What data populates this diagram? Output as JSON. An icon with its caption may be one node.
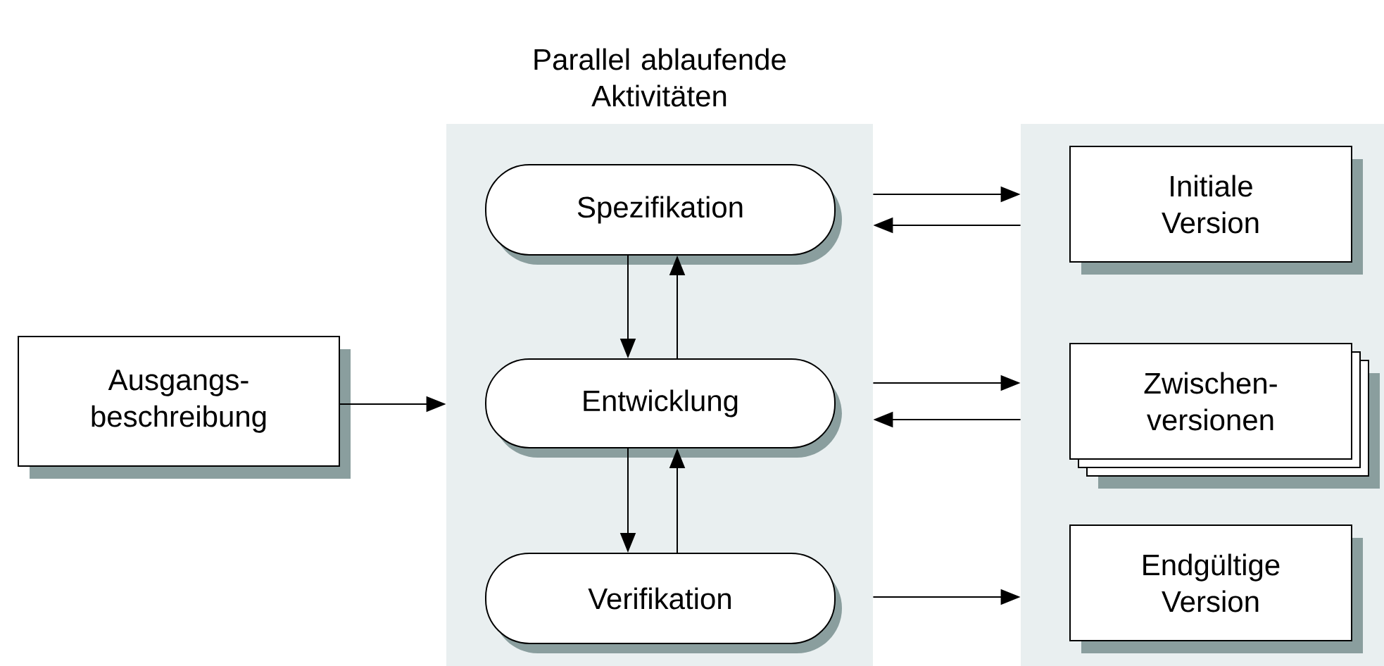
{
  "diagram": {
    "nodes": [
      {
        "text": [
          "Parallel ablaufende Aktivitäten"
        ]
      },
      {
        "text": [
          "Spezifikation"
        ],
        "in": 0
      },
      {
        "text": [
          "Entwicklung"
        ],
        "in": 0
      },
      {
        "text": [
          "Verifikation"
        ],
        "in": 0
      },
      {
        "text": [],
        "shape": "box"
      },
      {
        "text": [
          "Initiale Version"
        ],
        "in": 4
      },
      {
        "text": [
          "Zwischen- versionen"
        ],
        "in": 4
      },
      {
        "text": [
          "Endgültige Version"
        ],
        "in": 4
      },
      {
        "text": [
          "Ausgangs- beschreibung"
        ]
      }
    ],
    "edges": [
      {
        "from": 8,
        "to": 0,
        "arrow": "to"
      },
      {
        "from": 1,
        "to": 2,
        "arrow": "to"
      },
      {
        "from": 2,
        "to": 1,
        "arrow": "to"
      },
      {
        "from": 2,
        "to": 3,
        "arrow": "to"
      },
      {
        "from": 3,
        "to": 2,
        "arrow": "to"
      },
      {
        "from": 0,
        "to": 4,
        "arrow": "to"
      },
      {
        "from": 4,
        "to": 0,
        "arrow": "to"
      },
      {
        "from": 0,
        "to": 4,
        "arrow": "to"
      },
      {
        "from": 4,
        "to": 0,
        "arrow": "to"
      },
      {
        "from": 0,
        "to": 4,
        "arrow": "to"
      }
    ]
  }
}
